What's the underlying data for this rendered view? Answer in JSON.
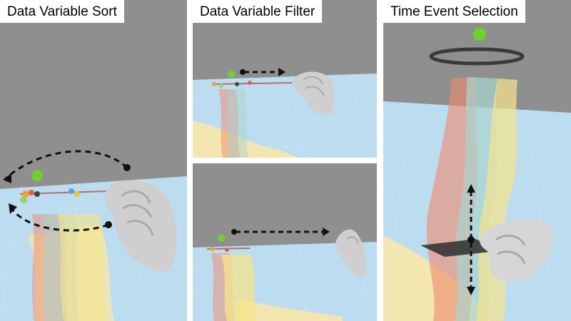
{
  "panels": [
    {
      "title": "Data Variable Sort"
    },
    {
      "title": "Data Variable Filter"
    },
    {
      "title": "Time Event Selection"
    }
  ],
  "colors": {
    "background_gray": "#8f8f8f",
    "floor_blue": "#bcdcf0",
    "terrain_yellow": "#f3e6b0",
    "band_red": "#f08a6c",
    "band_teal": "#a9d4cf",
    "band_yellow": "#f6e48a",
    "handle_green": "#6fd12c",
    "hand_gray": "#cfcfcf",
    "slice_plane": "#2e2e2e"
  }
}
